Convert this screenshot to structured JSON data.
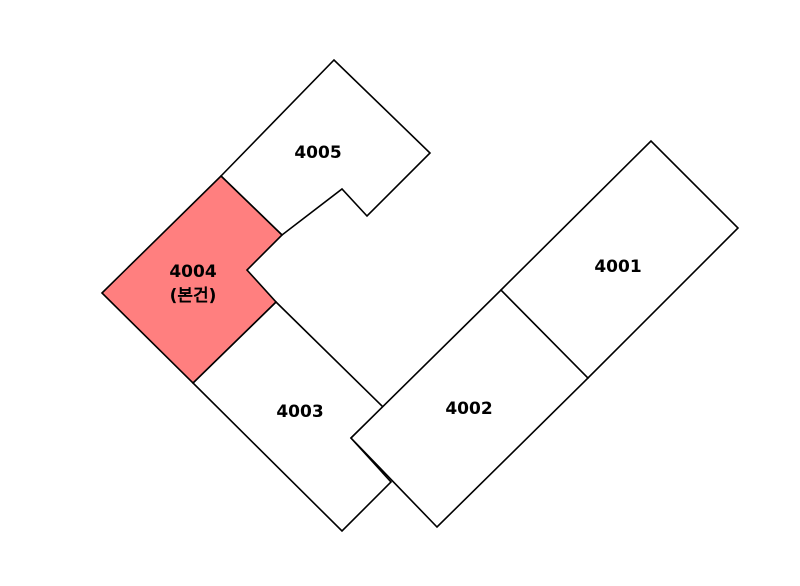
{
  "colors": {
    "background": "#ffffff",
    "outline": "#000000",
    "highlight": "#ff7f7f",
    "default_fill": "#ffffff"
  },
  "units": {
    "u4001": {
      "label": "4001",
      "highlighted": false
    },
    "u4002": {
      "label": "4002",
      "highlighted": false
    },
    "u4003": {
      "label": "4003",
      "highlighted": false
    },
    "u4004": {
      "label": "4004",
      "sublabel": "(본건)",
      "highlighted": true
    },
    "u4005": {
      "label": "4005",
      "highlighted": false
    }
  }
}
